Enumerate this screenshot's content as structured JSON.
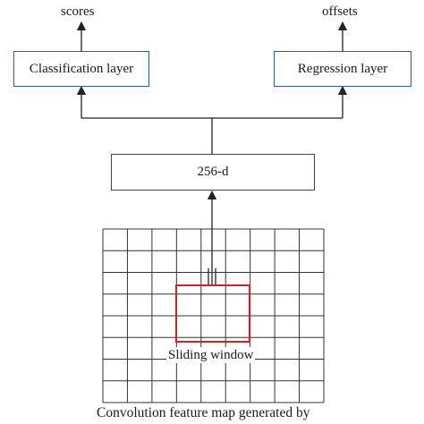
{
  "outputs": {
    "left_label": "scores",
    "right_label": "offsets"
  },
  "layers": {
    "classification": "Classification layer",
    "regression": "Regression layer",
    "intermediate": "256-d"
  },
  "feature_map": {
    "window_label": "Sliding window",
    "caption": "Convolution feature map generated by",
    "grid_columns": 9,
    "grid_rows": 8
  },
  "colors": {
    "layer_border": "#2f5c9e",
    "box_border": "#444444",
    "window_border": "#cc2222",
    "line": "#222222"
  }
}
